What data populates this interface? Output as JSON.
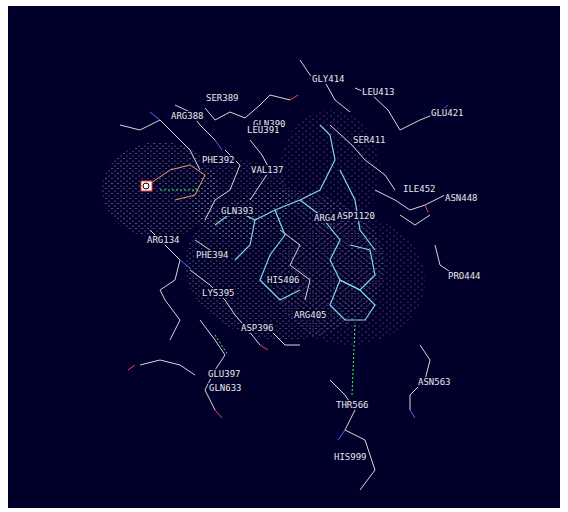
{
  "diagram": {
    "labels": [
      "GLY414",
      "LEU413",
      "GLU421",
      "SER389",
      "ARG388",
      "GLN390",
      "LEU391",
      "SER411",
      "PHE392",
      "VAL137",
      "ILE452",
      "ASN448",
      "GLN393",
      "ARG4",
      "ASP1120",
      "ARG134",
      "PHE394",
      "PRO444",
      "HIS406",
      "LYS395",
      "ARG405",
      "ASP396",
      "GLU397",
      "GLN633",
      "ASN563",
      "THR566",
      "HIS999"
    ]
  }
}
